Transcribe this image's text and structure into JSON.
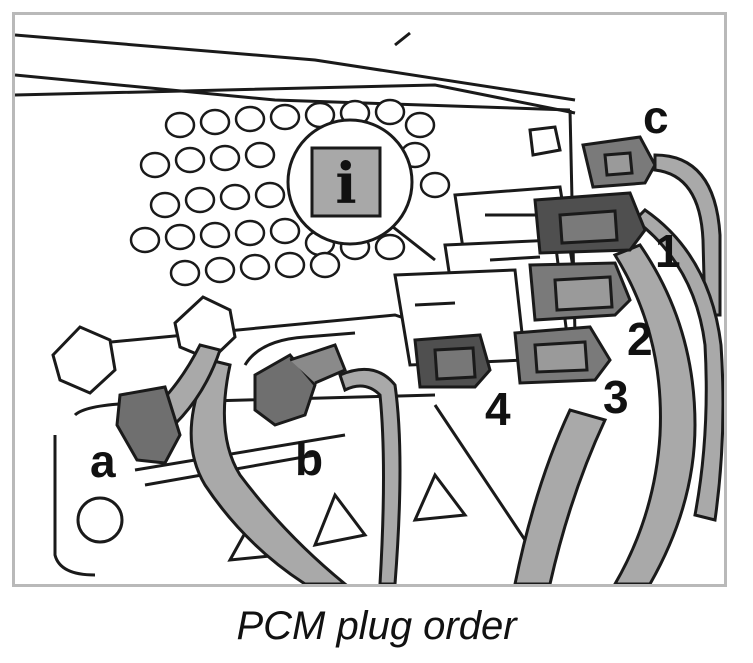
{
  "caption": "PCM plug order",
  "callouts": {
    "a": "a",
    "b": "b",
    "c": "c",
    "n1": "1",
    "n2": "2",
    "n3": "3",
    "n4": "4"
  },
  "info_symbol": "i",
  "colors": {
    "frame": "#b9b9b9",
    "plug_fill": "#6f6f6f",
    "cable_fill": "#a9a9a9",
    "line": "#1a1a1a"
  }
}
